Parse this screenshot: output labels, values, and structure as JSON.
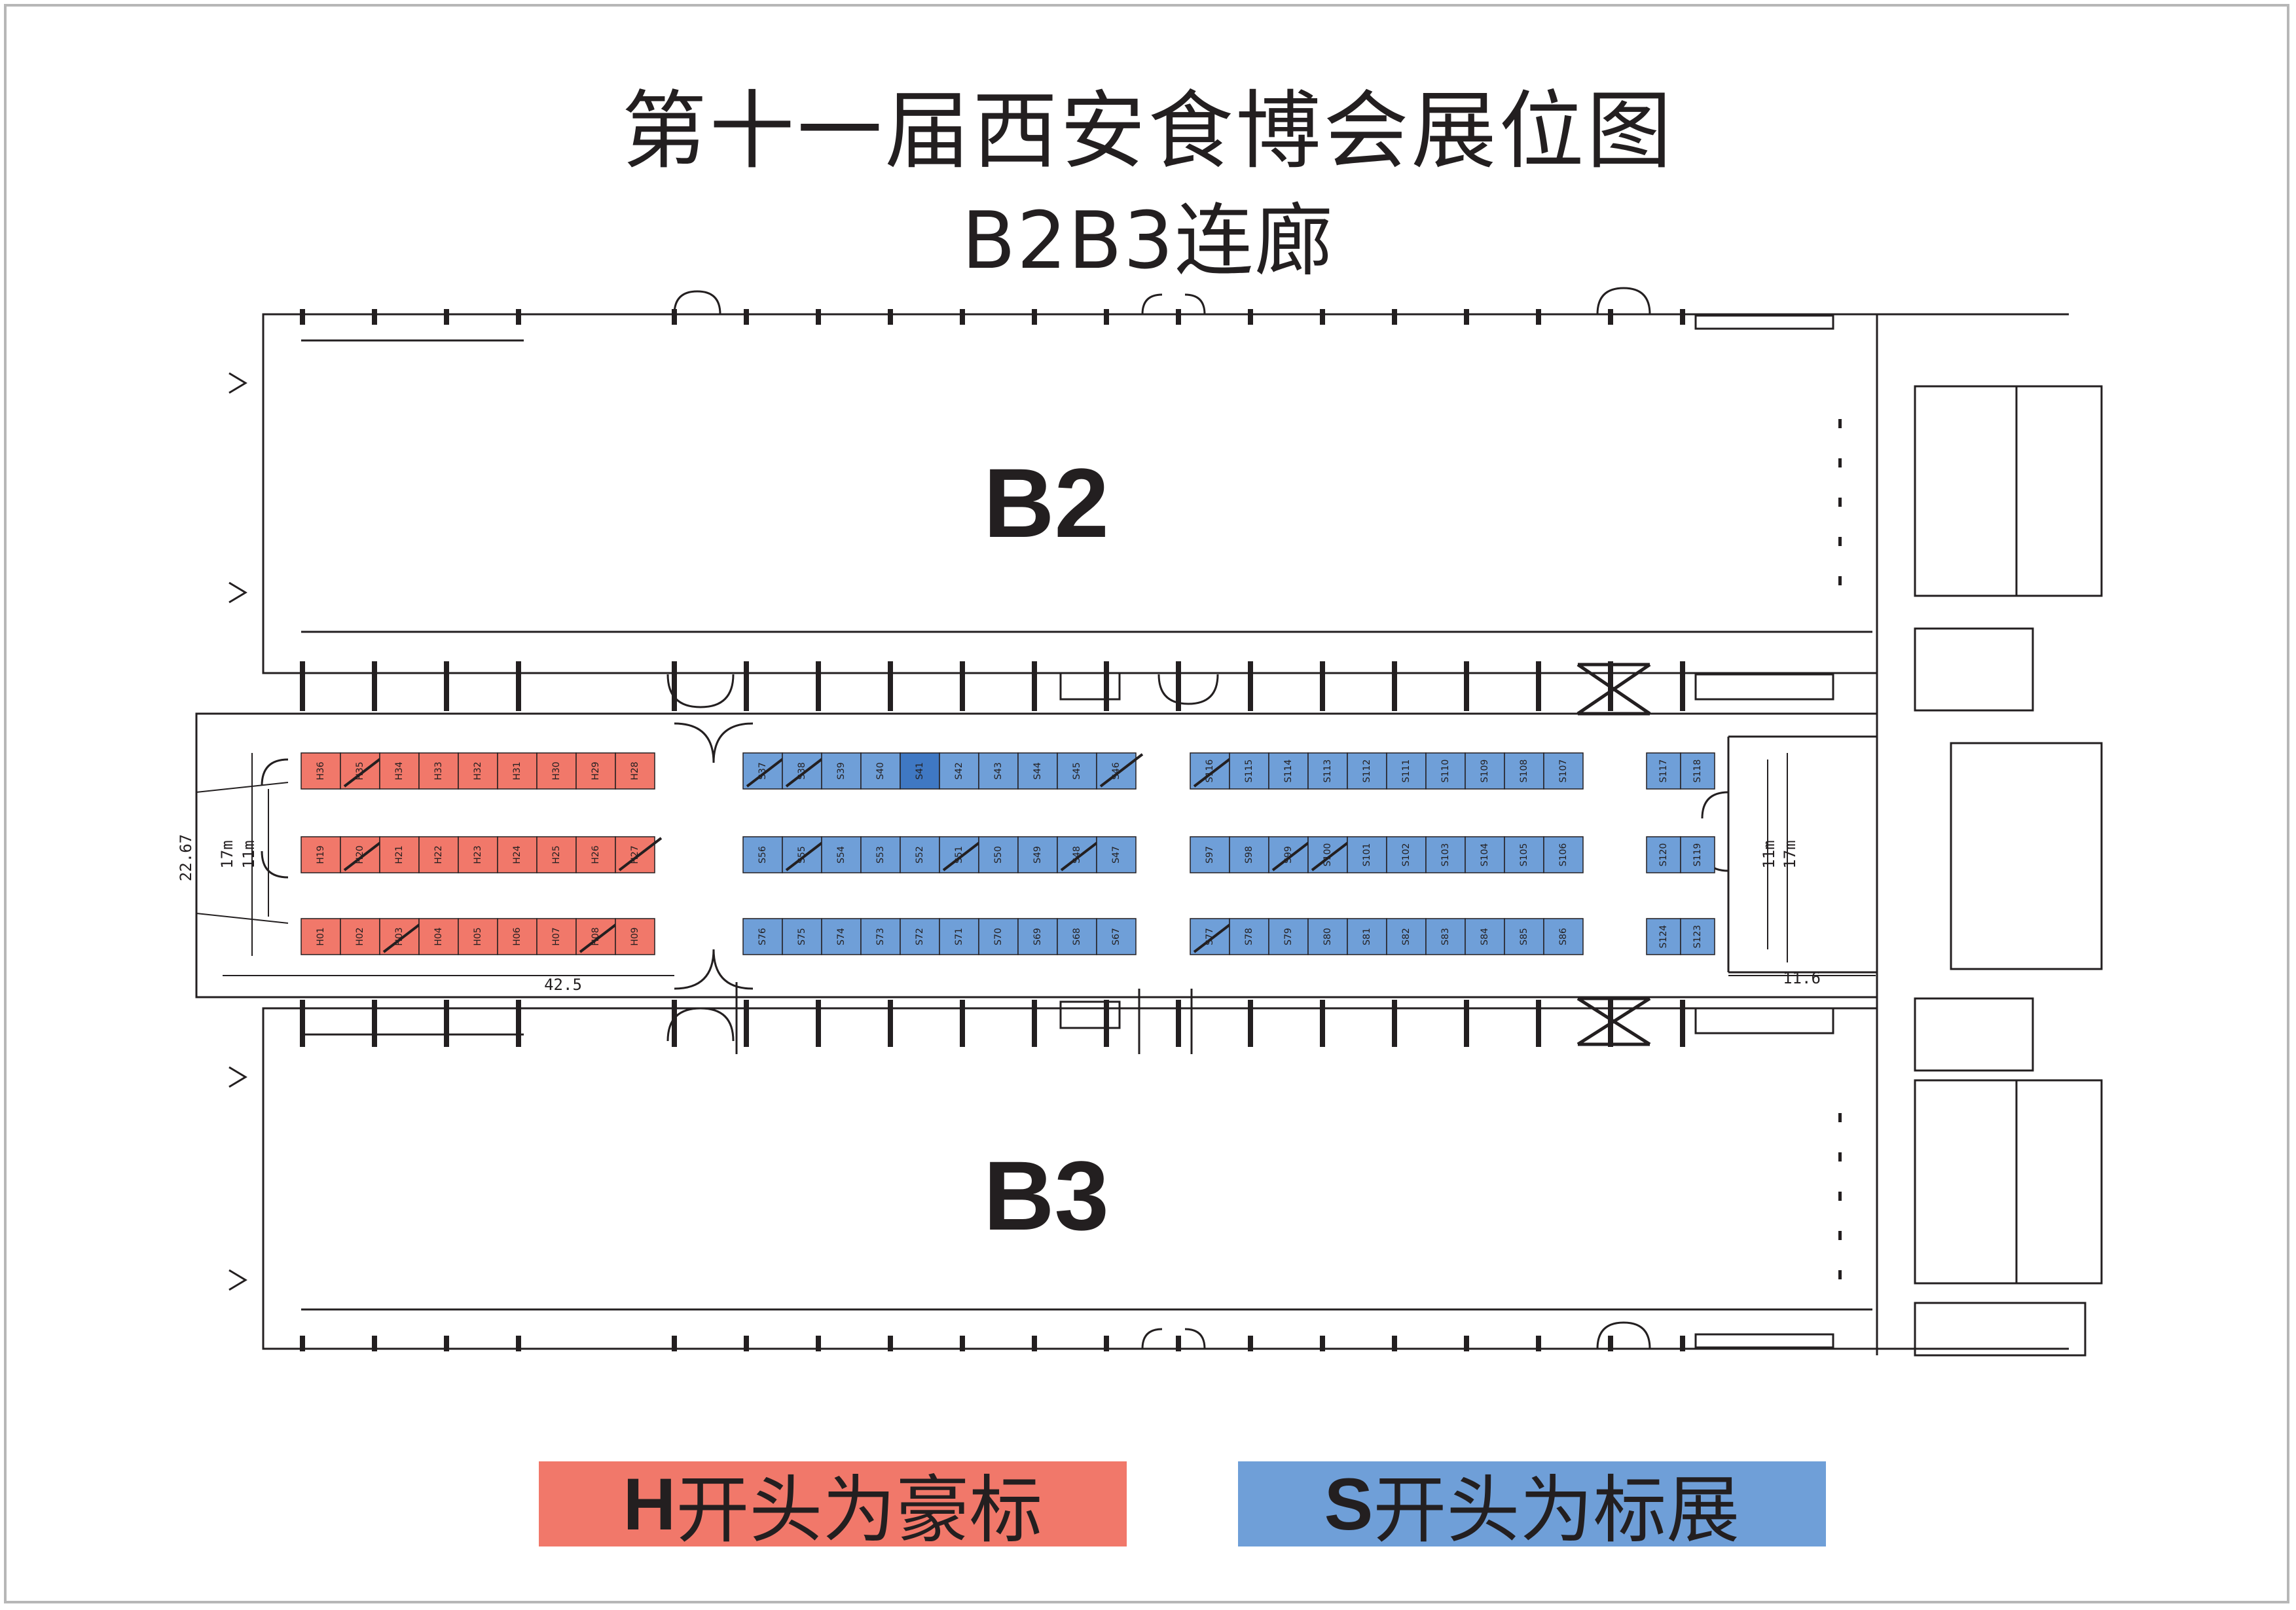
{
  "title": "第十一届西安食博会展位图",
  "subtitle": "B2B3连廊",
  "halls": {
    "b2": "B2",
    "b3": "B3"
  },
  "dimensions": {
    "d_22_67": "22.67",
    "d_17m_left": "17m",
    "d_11m_left": "11m",
    "d_42_5": "42.5",
    "d_11m_right": "11m",
    "d_17m_right": "17m",
    "d_11_6": "11.6"
  },
  "colors": {
    "luxury": "#f1786a",
    "standard": "#6f9fd8",
    "standard_dark": "#3f78c3",
    "line": "#231f20"
  },
  "booths": {
    "h_row1": [
      "H36",
      "H35",
      "H34",
      "H33",
      "H32",
      "H31",
      "H30",
      "H29",
      "H28"
    ],
    "h_row2": [
      "H19",
      "H20",
      "H21",
      "H22",
      "H23",
      "H24",
      "H25",
      "H26",
      "H27"
    ],
    "h_row3": [
      "H01",
      "H02",
      "H03",
      "H04",
      "H05",
      "H06",
      "H07",
      "H08",
      "H09"
    ],
    "s1_row1": [
      "S37",
      "S38",
      "S39",
      "S40",
      "S41",
      "S42",
      "S43",
      "S44",
      "S45",
      "S46"
    ],
    "s1_row2": [
      "S56",
      "S55",
      "S54",
      "S53",
      "S52",
      "S51",
      "S50",
      "S49",
      "S48",
      "S47"
    ],
    "s1_row3": [
      "S76",
      "S75",
      "S74",
      "S73",
      "S72",
      "S71",
      "S70",
      "S69",
      "S68",
      "S67"
    ],
    "s2_row1": [
      "S116",
      "S115",
      "S114",
      "S113",
      "S112",
      "S111",
      "S110",
      "S109",
      "S108",
      "S107"
    ],
    "s2_row2": [
      "S97",
      "S98",
      "S99",
      "S100",
      "S101",
      "S102",
      "S103",
      "S104",
      "S105",
      "S106"
    ],
    "s2_row3": [
      "S77",
      "S78",
      "S79",
      "S80",
      "S81",
      "S82",
      "S83",
      "S84",
      "S85",
      "S86"
    ],
    "s3_row1": [
      "S117",
      "S118"
    ],
    "s3_row2": [
      "S120",
      "S119"
    ],
    "s3_row3": [
      "S124",
      "S123"
    ],
    "occupied": [
      "H35",
      "H20",
      "H03",
      "H08",
      "H27",
      "S37",
      "S38",
      "S55",
      "S51",
      "S48",
      "S46",
      "S116",
      "S99",
      "S100",
      "S77"
    ],
    "dark": [
      "S41"
    ]
  },
  "legend": {
    "luxury_letter": "H",
    "luxury_text": "开头为豪标",
    "standard_letter": "S",
    "standard_text": "开头为标展"
  }
}
